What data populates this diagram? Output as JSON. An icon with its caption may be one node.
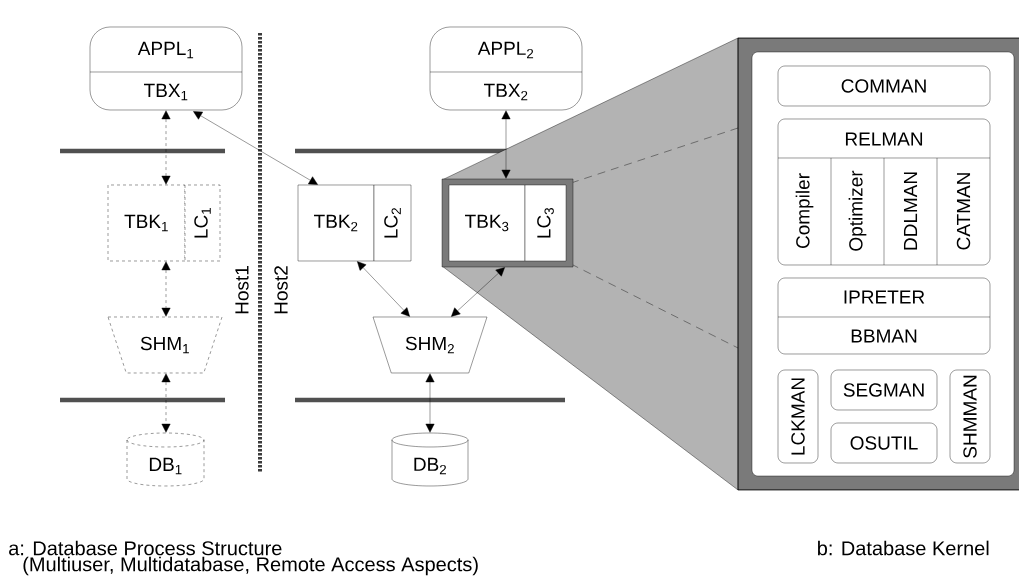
{
  "diagram": {
    "nodes": [
      {
        "text": [
          "APPL$_{1}$",
          "TBX$_{1}$"
        ]
      },
      {
        "text": [
          "TBK$_{1}$"
        ]
      },
      {
        "text": [
          "LC$_{1}$"
        ]
      },
      {
        "text": [
          "SHM$_{1}$"
        ]
      },
      {
        "text": [
          "DB$_{1}$"
        ]
      },
      {
        "text": [
          "APPL$_{2}$",
          "TBX$_{2}$"
        ]
      },
      {
        "text": [
          "TBK$_{2}$"
        ]
      },
      {
        "text": [
          "LC$_{2}$"
        ]
      },
      {
        "text": [
          "TBK$_{3}$"
        ]
      },
      {
        "text": [
          "LC$_{3}$"
        ]
      },
      {
        "text": [
          "SHM$_{2}$"
        ]
      },
      {
        "text": [
          "DB$_{2}$"
        ]
      },
      {
        "text": [],
        "shape": "box"
      },
      {
        "text": [
          "COMMAN"
        ],
        "in": 12
      },
      {
        "text": [
          "RELMAN"
        ],
        "in": 12
      },
      {
        "text": [
          "Compiler"
        ],
        "in": 14
      },
      {
        "text": [
          "Optimizer"
        ],
        "in": 14
      },
      {
        "text": [
          "DDLMAN"
        ],
        "in": 14
      },
      {
        "text": [
          "CATMAN"
        ],
        "in": 14
      },
      {
        "text": [
          "IPRETER",
          "BBMAN"
        ],
        "in": 12
      },
      {
        "text": [
          "LCKMAN"
        ],
        "in": 12
      },
      {
        "text": [
          "SEGMAN"
        ],
        "in": 12
      },
      {
        "text": [
          "OSUTIL"
        ],
        "in": 12
      },
      {
        "text": [
          "SHMMAN"
        ],
        "in": 12
      }
    ],
    "edges": [
      {
        "from": 0,
        "to": 1,
        "arrow": "both",
        "style": "dashed"
      },
      {
        "from": 1,
        "to": 3,
        "arrow": "both",
        "style": "dashed"
      },
      {
        "from": 3,
        "to": 4,
        "arrow": "both",
        "style": "dashed"
      },
      {
        "from": 0,
        "to": 6,
        "arrow": "both"
      },
      {
        "from": 5,
        "to": 8,
        "arrow": "both"
      },
      {
        "from": 6,
        "to": 10,
        "arrow": "both"
      },
      {
        "from": 8,
        "to": 10,
        "arrow": "both"
      },
      {
        "from": 10,
        "to": 11,
        "arrow": "both"
      }
    ],
    "labels": [
      "Host1",
      "Host2",
      "a: Database Process Structure",
      "(Multiuser, Multidatabase, Remote Access Aspects)",
      "b: Database Kernel"
    ]
  }
}
